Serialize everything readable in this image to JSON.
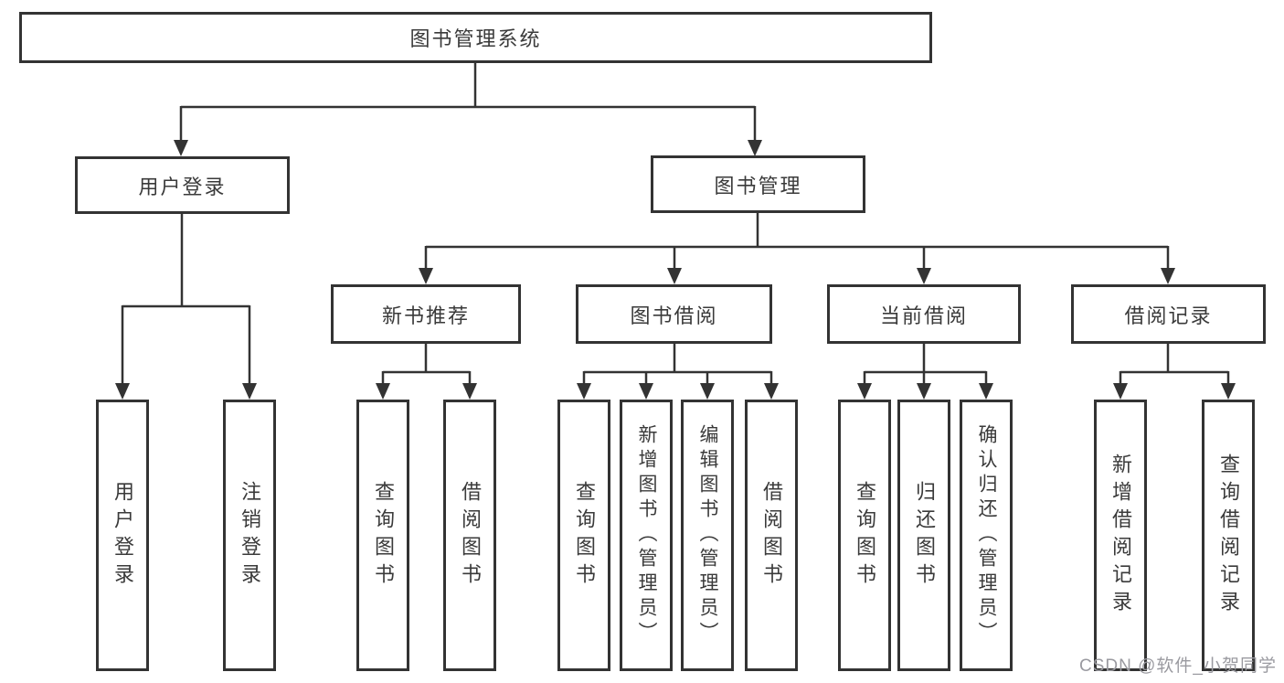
{
  "diagram": {
    "root": {
      "label": "图书管理系统"
    },
    "branches": [
      {
        "label": "用户登录",
        "children": [
          {
            "label": "用户登录"
          },
          {
            "label": "注销登录"
          }
        ]
      },
      {
        "label": "图书管理",
        "children": [
          {
            "label": "新书推荐",
            "children": [
              {
                "label": "查询图书"
              },
              {
                "label": "借阅图书"
              }
            ]
          },
          {
            "label": "图书借阅",
            "children": [
              {
                "label": "查询图书"
              },
              {
                "label": "新增图书（管理员）"
              },
              {
                "label": "编辑图书（管理员）"
              },
              {
                "label": "借阅图书"
              }
            ]
          },
          {
            "label": "当前借阅",
            "children": [
              {
                "label": "查询图书"
              },
              {
                "label": "归还图书"
              },
              {
                "label": "确认归还（管理员）"
              }
            ]
          },
          {
            "label": "借阅记录",
            "children": [
              {
                "label": "新增借阅记录"
              },
              {
                "label": "查询借阅记录"
              }
            ]
          }
        ]
      }
    ]
  },
  "watermark": {
    "text": "CSDN @软件_小贺同学"
  },
  "colors": {
    "line": "#333333",
    "text": "#3a3a3a",
    "bg": "#ffffff",
    "watermark": "#9a9aa0"
  }
}
